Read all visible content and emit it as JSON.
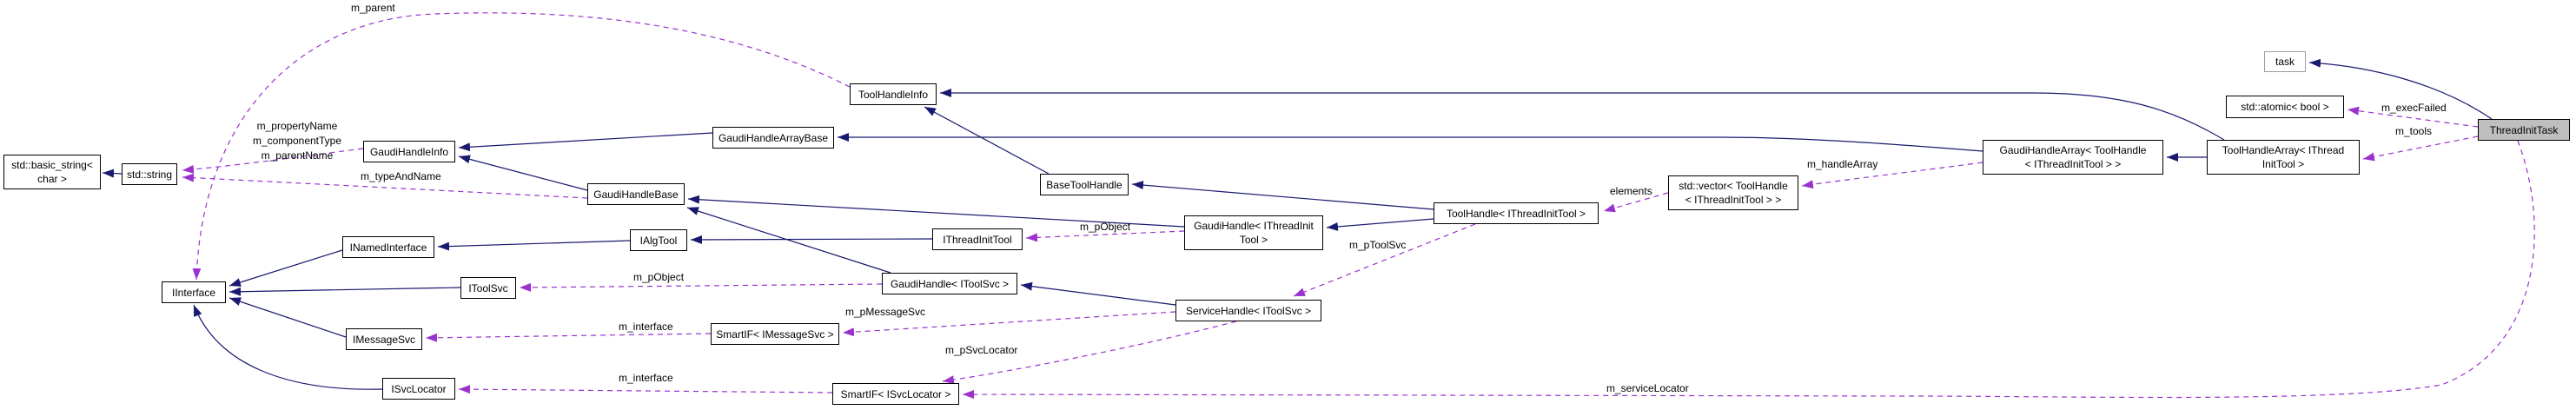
{
  "diagram": {
    "kind": "collaboration-graph",
    "focus_class": "ThreadInitTask"
  },
  "colors": {
    "inheritance_edge": "#191970",
    "usage_edge": "#9a32cd",
    "node_border": "#000000",
    "node_fill": "#ffffff",
    "focus_node_fill": "#bfbfbf",
    "external_node_border": "#9e9e9e",
    "background": "#ffffff"
  },
  "nodes": {
    "std_basic_string": {
      "lines": [
        "std::basic_string<",
        "char >"
      ]
    },
    "std_string": {
      "lines": [
        "std::string"
      ]
    },
    "gaudi_handle_info": {
      "lines": [
        "GaudiHandleInfo"
      ]
    },
    "gaudi_handle_base": {
      "lines": [
        "GaudiHandleBase"
      ]
    },
    "gaudi_handle_array_base": {
      "lines": [
        "GaudiHandleArrayBase"
      ]
    },
    "tool_handle_info": {
      "lines": [
        "ToolHandleInfo"
      ]
    },
    "base_tool_handle": {
      "lines": [
        "BaseToolHandle"
      ]
    },
    "ialg_tool": {
      "lines": [
        "IAlgTool"
      ]
    },
    "ithread_init_tool": {
      "lines": [
        "IThreadInitTool"
      ]
    },
    "inamed_interface": {
      "lines": [
        "INamedInterface"
      ]
    },
    "iinterface": {
      "lines": [
        "IInterface"
      ]
    },
    "itool_svc": {
      "lines": [
        "IToolSvc"
      ]
    },
    "imessage_svc": {
      "lines": [
        "IMessageSvc"
      ]
    },
    "isvc_locator": {
      "lines": [
        "ISvcLocator"
      ]
    },
    "smartif_imessage_svc": {
      "lines": [
        "SmartIF< IMessageSvc >"
      ]
    },
    "smartif_isvc_locator": {
      "lines": [
        "SmartIF< ISvcLocator >"
      ]
    },
    "gaudi_handle_itool_svc": {
      "lines": [
        "GaudiHandle< IToolSvc >"
      ]
    },
    "gaudi_handle_ithread_init_tool": {
      "lines": [
        "GaudiHandle< IThreadInit",
        "Tool >"
      ]
    },
    "service_handle_itool_svc": {
      "lines": [
        "ServiceHandle< IToolSvc >"
      ]
    },
    "tool_handle_ithread_init_tool": {
      "lines": [
        "ToolHandle< IThreadInitTool >"
      ]
    },
    "std_vector_tool_handle": {
      "lines": [
        "std::vector< ToolHandle",
        "< IThreadInitTool > >"
      ]
    },
    "gaudi_handle_array": {
      "lines": [
        "GaudiHandleArray< ToolHandle",
        "< IThreadInitTool > >"
      ]
    },
    "tool_handle_array": {
      "lines": [
        "ToolHandleArray< IThread",
        "InitTool >"
      ]
    },
    "task": {
      "lines": [
        "task"
      ]
    },
    "std_atomic_bool": {
      "lines": [
        "std::atomic< bool >"
      ]
    },
    "thread_init_task": {
      "lines": [
        "ThreadInitTask"
      ]
    }
  },
  "edge_labels": {
    "m_parent": "m_parent",
    "m_property_block": [
      "m_propertyName",
      "m_componentType",
      "m_parentName"
    ],
    "m_typeAndName": "m_typeAndName",
    "m_pObject_thread": "m_pObject",
    "m_pObject_toolsvc": "m_pObject",
    "m_pToolSvc": "m_pToolSvc",
    "m_pMessageSvc": "m_pMessageSvc",
    "m_pSvcLocator": "m_pSvcLocator",
    "m_interface_message": "m_interface",
    "m_interface_locator": "m_interface",
    "elements": "elements",
    "m_handleArray": "m_handleArray",
    "m_execFailed": "m_execFailed",
    "m_tools": "m_tools",
    "m_serviceLocator": "m_serviceLocator"
  }
}
